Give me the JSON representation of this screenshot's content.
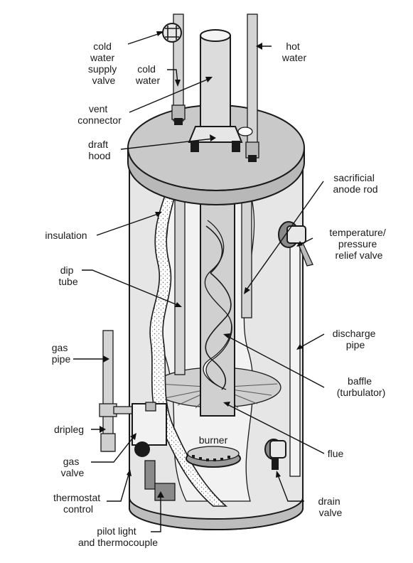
{
  "labels": {
    "cold_water_supply_valve": [
      "cold",
      "water",
      "supply",
      "valve"
    ],
    "cold_water": [
      "cold",
      "water"
    ],
    "hot_water": [
      "hot",
      "water"
    ],
    "vent_connector": [
      "vent",
      "connector"
    ],
    "draft_hood": [
      "draft",
      "hood"
    ],
    "sacrificial_anode_rod": [
      "sacrificial",
      "anode rod"
    ],
    "insulation": [
      "insulation"
    ],
    "temperature_relief_valve": [
      "temperature/",
      "pressure",
      "relief valve"
    ],
    "dip_tube": [
      "dip",
      "tube"
    ],
    "discharge_pipe": [
      "discharge",
      "pipe"
    ],
    "gas_pipe": [
      "gas",
      "pipe"
    ],
    "baffle": [
      "baffle",
      "(turbulator)"
    ],
    "dripleg": [
      "dripleg"
    ],
    "burner": [
      "burner"
    ],
    "flue": [
      "flue"
    ],
    "gas_valve": [
      "gas",
      "valve"
    ],
    "thermostat_control": [
      "thermostat",
      "control"
    ],
    "drain_valve": [
      "drain",
      "valve"
    ],
    "pilot_light": [
      "pilot light",
      "and thermocouple"
    ]
  },
  "colors": {
    "ink": "#1a1a1a",
    "tank_fill": "#e6e6e6",
    "top_fill": "#c9c9c9",
    "cutaway_fill": "#d8d8d8",
    "dark_fill": "#8a8a8a",
    "pipe_fill": "#d4d4d4"
  }
}
